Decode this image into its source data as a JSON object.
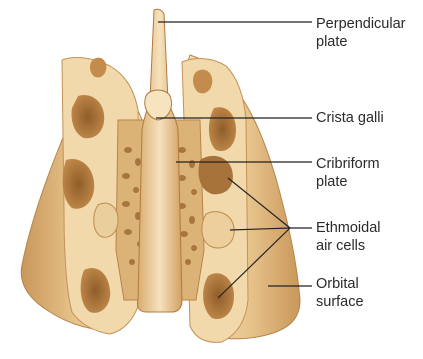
{
  "labels": {
    "perpendicular_plate": [
      "Perpendicular",
      "plate"
    ],
    "crista_galli": [
      "Crista galli"
    ],
    "cribriform_plate": [
      "Cribriform",
      "plate"
    ],
    "ethmoidal_air_cells": [
      "Ethmoidal",
      "air cells"
    ],
    "orbital_surface": [
      "Orbital",
      "surface"
    ]
  },
  "colors": {
    "bone_light": "#f3dfb6",
    "bone_mid": "#e7c48c",
    "bone_dark": "#c9975a",
    "cavity": "#b07a3f",
    "leader_line": "#222222",
    "label_text": "#2a2a2a"
  }
}
